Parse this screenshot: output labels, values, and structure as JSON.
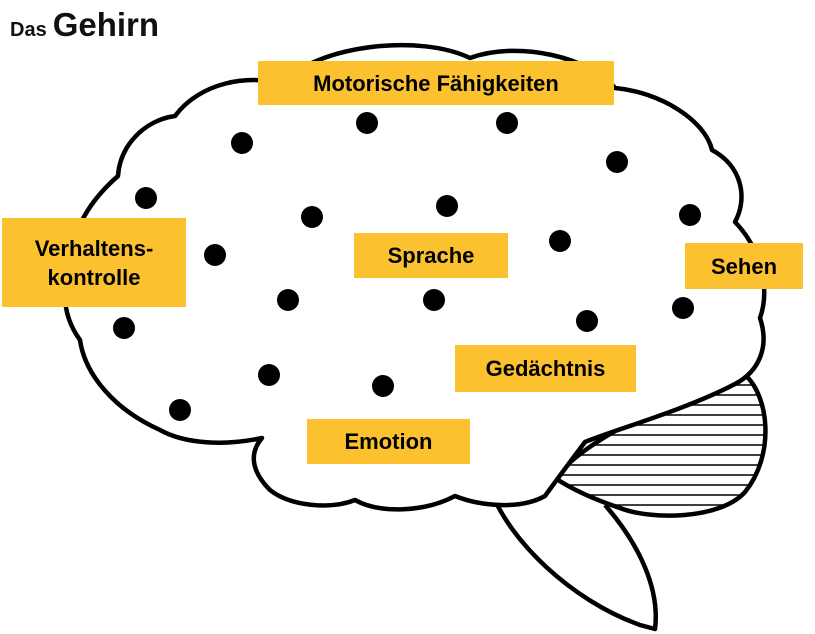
{
  "title": {
    "prefix": "Das",
    "main": "Gehirn"
  },
  "colors": {
    "label_background": "#fcc12f",
    "outline": "#000000",
    "dots": "#000000"
  },
  "regions": {
    "motor": "Motorische Fähigkeiten",
    "behavior_line1": "Verhaltens-",
    "behavior_line2": "kontrolle",
    "language": "Sprache",
    "vision": "Sehen",
    "memory": "Gedächtnis",
    "emotion": "Emotion"
  }
}
